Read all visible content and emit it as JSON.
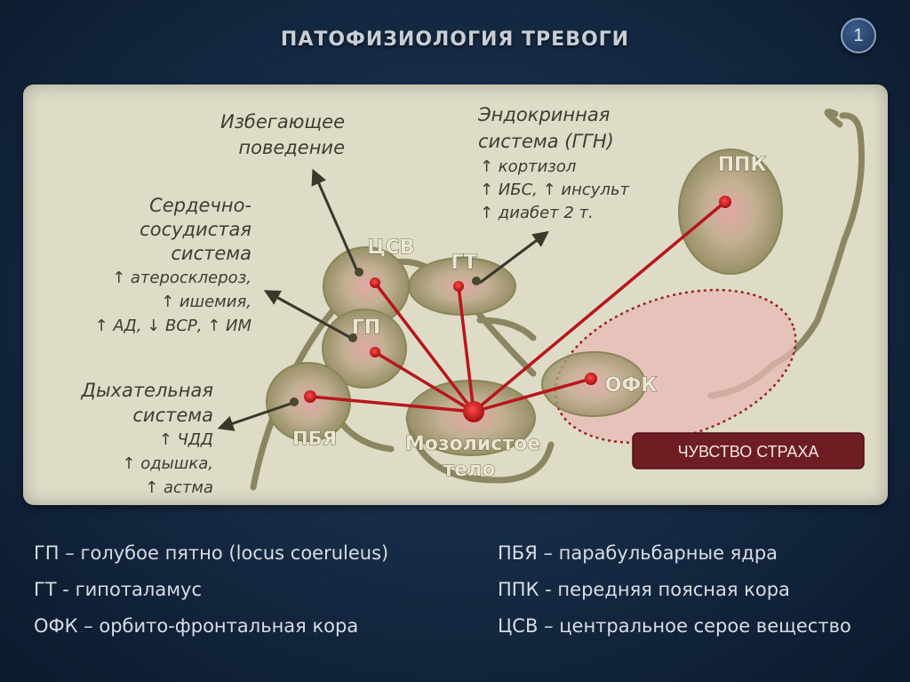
{
  "title": "ПАТОФИЗИОЛОГИЯ ТРЕВОГИ",
  "slide_number": "1",
  "nodes": {
    "ppk": "ППК",
    "tsv": "ЦСВ",
    "gt": "ГТ",
    "gp": "ГП",
    "pby": "ПБЯ",
    "ofk": "ОФК",
    "corpus_line1": "Мозолистое",
    "corpus_line2": "тело"
  },
  "annotations": {
    "avoidance": [
      "Избегающее",
      "поведение"
    ],
    "endocrine": [
      "Эндокринная",
      "система (ГГН)",
      "↑ кортизол",
      "↑ ИБС, ↑ инсульт",
      "↑ диабет 2 т."
    ],
    "cardio": [
      "Сердечно-",
      "сосудистая",
      "система",
      "↑ атеросклероз,",
      "↑ ишемия,",
      "↑ АД, ↓ ВСР, ↑ ИМ"
    ],
    "respiratory": [
      "Дыхательная",
      "система",
      "↑ ЧДД",
      "↑ одышка,",
      "↑ астма"
    ]
  },
  "fear_label": "ЧУВСТВО СТРАХА",
  "legend": {
    "left": [
      "ГП – голубое пятно (locus coeruleus)",
      "ГТ - гипоталамус",
      "ОФК – орбито-фронтальная кора"
    ],
    "right": [
      "ПБЯ – парабульбарные ядра",
      "ППК - передняя поясная кора",
      "ЦСВ – центральное серое вещество"
    ]
  }
}
